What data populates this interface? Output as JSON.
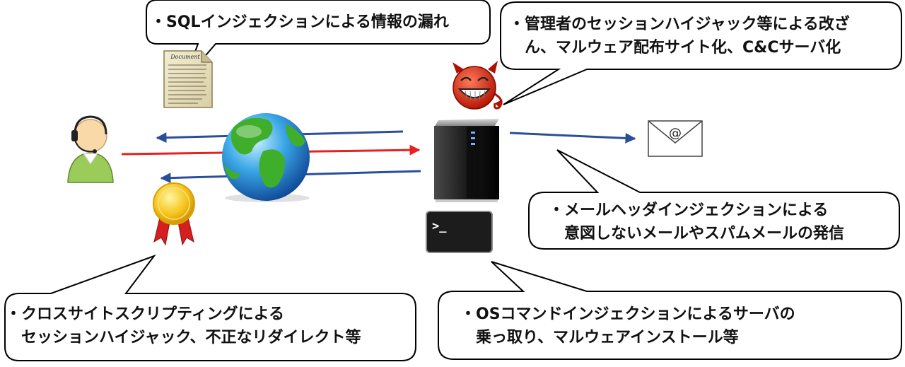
{
  "callouts": {
    "sql_injection": "・SQLインジェクションによる情報の漏れ",
    "session_hijack_admin": "・管理者のセッションハイジャック等による改ざ\nん、マルウェア配布サイト化、C&Cサーバ化",
    "mail_header_injection": "・メールヘッダインジェクションによる\n意図しないメールやスパムメールの発信",
    "os_command_injection": "・OSコマンドインジェクションによるサーバの\n乗っ取り、マルウェアインストール等",
    "xss": "・クロスサイトスクリプティングによる\nセッションハイジャック、不正なリダイレクト等"
  },
  "icons": {
    "document_label": "Document",
    "terminal_prompt": ">_",
    "envelope_symbol": "@"
  },
  "colors": {
    "arrow_blue": "#2a4f9a",
    "arrow_red": "#e82020",
    "terminal_bg": "#1c1c1c",
    "server_body": "#202020"
  }
}
